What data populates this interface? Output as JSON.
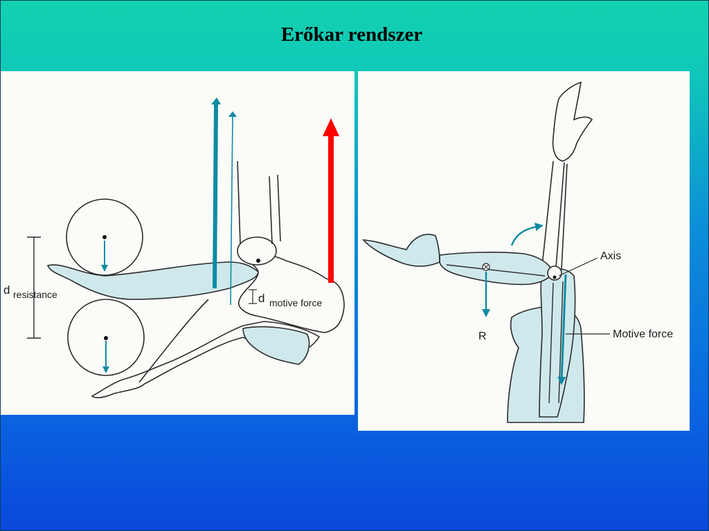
{
  "slide": {
    "title": "Erőkar rendszer",
    "accent_color": "#0f8ba3",
    "highlight_arrow_color": "#ff0000",
    "tissue_color": "#cfe8ec"
  },
  "left_figure": {
    "labels": {
      "d_resistance_d": "d",
      "d_resistance_sub": "resistance",
      "d_motive_d": "d",
      "d_motive_sub": "motive force"
    }
  },
  "right_figure": {
    "labels": {
      "axis": "Axis",
      "resistance": "R",
      "motive_force": "Motive force"
    }
  }
}
